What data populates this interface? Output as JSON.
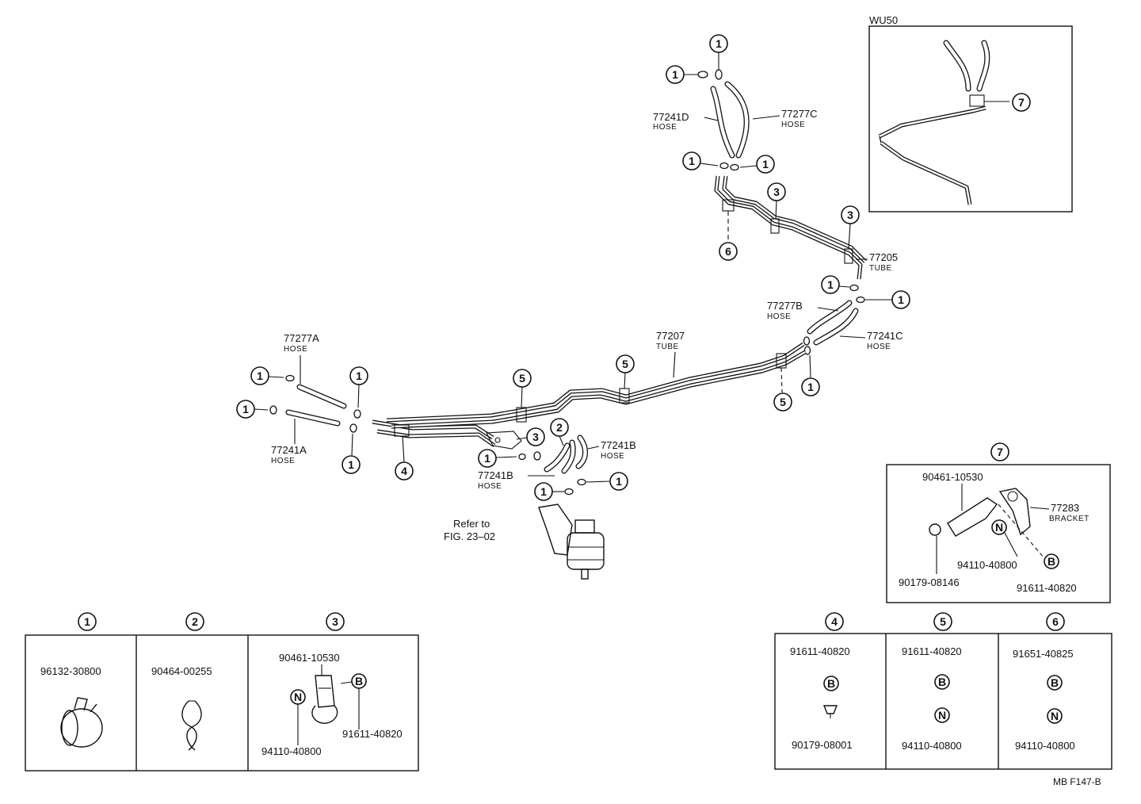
{
  "wu50": {
    "title": "WU50"
  },
  "callouts": {
    "c1": "1",
    "c2": "2",
    "c3": "3",
    "c4": "4",
    "c5": "5",
    "c6": "6",
    "c7": "7"
  },
  "letters": {
    "b": "B",
    "n": "N"
  },
  "parts": {
    "hose_77241d": {
      "num": "77241D",
      "type": "HOSE"
    },
    "hose_77277c": {
      "num": "77277C",
      "type": "HOSE"
    },
    "tube_77205": {
      "num": "77205",
      "type": "TUBE"
    },
    "hose_77277b": {
      "num": "77277B",
      "type": "HOSE"
    },
    "hose_77241c": {
      "num": "77241C",
      "type": "HOSE"
    },
    "tube_77207": {
      "num": "77207",
      "type": "TUBE"
    },
    "hose_77277a": {
      "num": "77277A",
      "type": "HOSE"
    },
    "hose_77241a": {
      "num": "77241A",
      "type": "HOSE"
    },
    "hose_77241b_right": {
      "num": "77241B",
      "type": "HOSE"
    },
    "hose_77241b_left": {
      "num": "77241B",
      "type": "HOSE"
    }
  },
  "refer": {
    "line1": "Refer to",
    "line2": "FIG. 23–02"
  },
  "detail7": {
    "bolt": "90461-10530",
    "bracket_num": "77283",
    "bracket_type": "BRACKET",
    "nut": "94110-40800",
    "clip": "90179-08146",
    "bolt2": "91611-40820"
  },
  "table_left": {
    "cell1": {
      "part": "96132-30800"
    },
    "cell2": {
      "part": "90464-00255"
    },
    "cell3": {
      "top": "90461-10530",
      "right": "91611-40820",
      "bottom": "94110-40800"
    }
  },
  "table_right": {
    "cell4": {
      "top": "91611-40820",
      "bottom": "90179-08001"
    },
    "cell5": {
      "top": "91611-40820",
      "bottom": "94110-40800"
    },
    "cell6": {
      "top": "91651-40825",
      "bottom": "94110-40800"
    }
  },
  "footer": {
    "code": "MB F147-B"
  }
}
